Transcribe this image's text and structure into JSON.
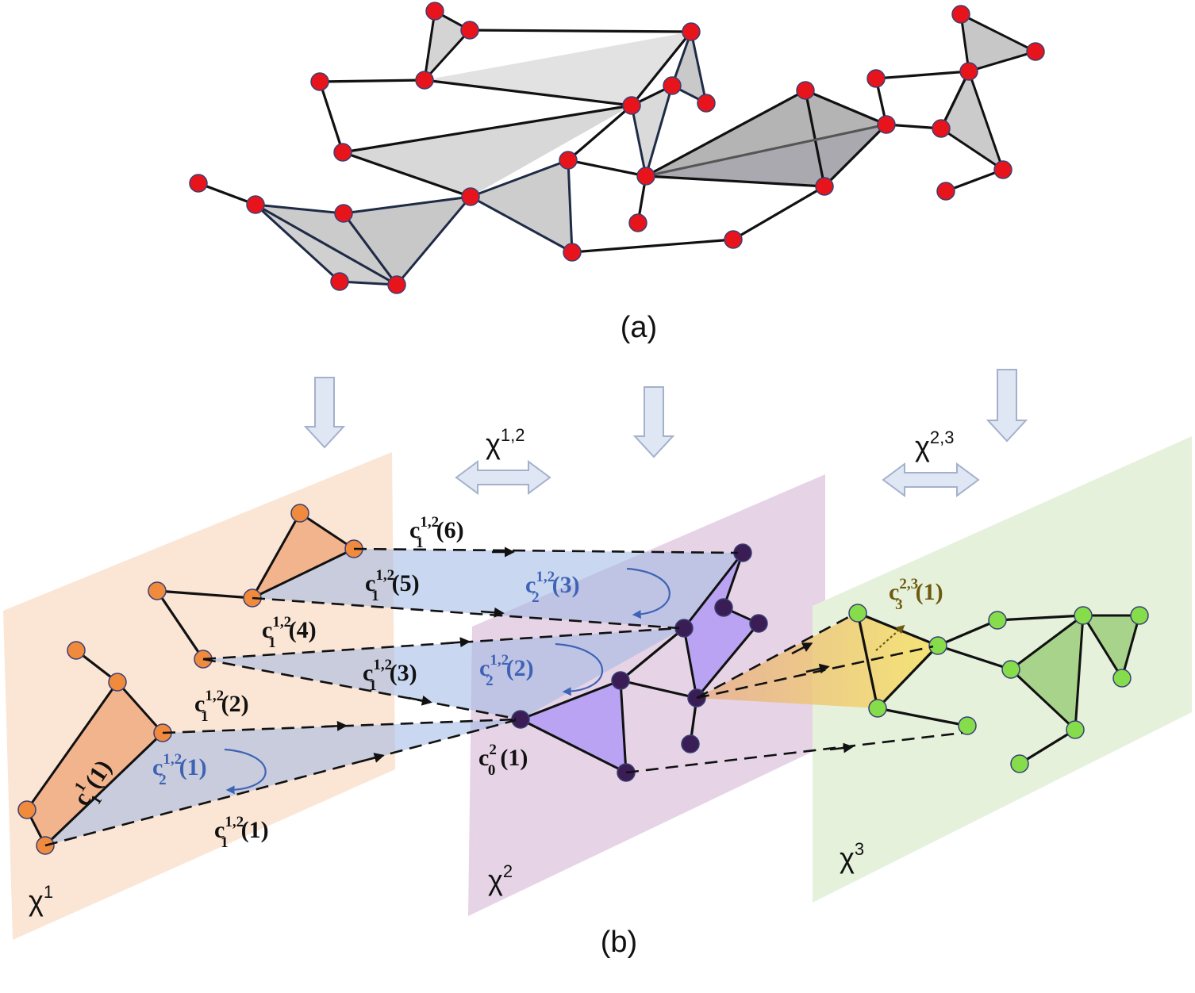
{
  "captions": {
    "top": "(a)",
    "bottom": "(b)"
  },
  "planes": {
    "p1": {
      "base": "χ",
      "sup": "1"
    },
    "p2": {
      "base": "χ",
      "sup": "2"
    },
    "p3": {
      "base": "χ",
      "sup": "3"
    }
  },
  "relations": {
    "r12": {
      "base": "χ",
      "sup": "1,2"
    },
    "r23": {
      "base": "χ",
      "sup": "2,3"
    }
  },
  "cells": {
    "c1_1_1": {
      "base": "c",
      "sub": "1",
      "sup": "1",
      "idx": "(1)"
    },
    "c12_1_1": {
      "base": "c",
      "sub": "1",
      "sup": "1,2",
      "idx": "(1)"
    },
    "c12_1_2": {
      "base": "c",
      "sub": "1",
      "sup": "1,2",
      "idx": "(2)"
    },
    "c12_1_3": {
      "base": "c",
      "sub": "1",
      "sup": "1,2",
      "idx": "(3)"
    },
    "c12_1_4": {
      "base": "c",
      "sub": "1",
      "sup": "1,2",
      "idx": "(4)"
    },
    "c12_1_5": {
      "base": "c",
      "sub": "1",
      "sup": "1,2",
      "idx": "(5)"
    },
    "c12_1_6": {
      "base": "c",
      "sub": "1",
      "sup": "1,2",
      "idx": "(6)"
    },
    "c12_2_1": {
      "base": "c",
      "sub": "2",
      "sup": "1,2",
      "idx": "(1)"
    },
    "c12_2_2": {
      "base": "c",
      "sub": "2",
      "sup": "1,2",
      "idx": "(2)"
    },
    "c12_2_3": {
      "base": "c",
      "sub": "2",
      "sup": "1,2",
      "idx": "(3)"
    },
    "c2_0_1": {
      "base": "c",
      "sub": "0",
      "sup": "2",
      "idx": "(1)"
    },
    "c23_3_1": {
      "base": "c",
      "sub": "3",
      "sup": "2,3",
      "idx": "(1)"
    }
  },
  "colors": {
    "node_a": "#e8141c",
    "node_b1": "#f08a3c",
    "node_b2": "#3b1d55",
    "node_b3": "#86dd4b",
    "plane1": "#fbe6d6",
    "plane2": "#e6d4e6",
    "plane3": "#e6f1dc",
    "tri_gray": "#cfcfcf",
    "tri_orange": "#f1b48d",
    "tri_blue": "#a7bde4",
    "tri_purple": "#b9a3f2",
    "tri_green": "#a8d38a",
    "label_blue": "#3f63b4",
    "label_olive": "#6e5a0f",
    "arrow_fill": "#dfe6f4",
    "arrow_stroke": "#a4b1cb"
  }
}
